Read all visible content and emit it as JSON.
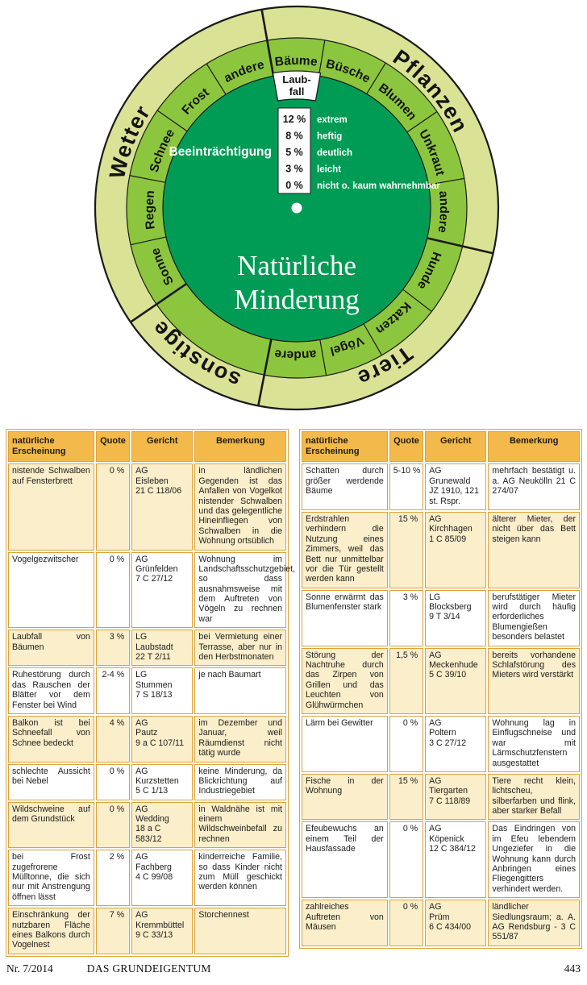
{
  "wheel": {
    "title_line1": "Natürliche",
    "title_line2": "Minderung",
    "impairment_label": "Beeinträchtigung",
    "pointer_line1": "Laub-",
    "pointer_line2": "fall",
    "scale": [
      {
        "pct": "12 %",
        "label": "extrem"
      },
      {
        "pct": "8 %",
        "label": "heftig"
      },
      {
        "pct": "5 %",
        "label": "deutlich"
      },
      {
        "pct": "3 %",
        "label": "leicht"
      },
      {
        "pct": "0 %",
        "label": "nicht o. kaum wahrnehmbar"
      }
    ],
    "colors": {
      "outer_ring": "#dae295",
      "middle_ring": "#8cc63e",
      "inner_circle": "#009c55",
      "outline": "#1a1a1a"
    },
    "categories": [
      {
        "name": "Pflanzen",
        "start": -10,
        "end": 103,
        "label_angle": 49,
        "segments": [
          {
            "label": "Bäume",
            "start": -10,
            "end": 9.5
          },
          {
            "label": "Büsche",
            "start": 9.5,
            "end": 31.5
          },
          {
            "label": "Blumen",
            "start": 31.5,
            "end": 55.5
          },
          {
            "label": "Unkraut",
            "start": 55.5,
            "end": 80
          },
          {
            "label": "andere",
            "start": 80,
            "end": 103
          }
        ]
      },
      {
        "name": "Tiere",
        "start": 103,
        "end": 191,
        "label_angle": 151,
        "segments": [
          {
            "label": "Hunde",
            "start": 103,
            "end": 127.5
          },
          {
            "label": "Katzen",
            "start": 127.5,
            "end": 150
          },
          {
            "label": "Vögel",
            "start": 150,
            "end": 170
          },
          {
            "label": "andere",
            "start": 170,
            "end": 191
          }
        ]
      },
      {
        "name": "sonstige",
        "start": 191,
        "end": 235.5,
        "label_angle": 214.5,
        "segments": [
          {
            "label": "",
            "start": 191,
            "end": 235.5
          }
        ]
      },
      {
        "name": "Wetter",
        "start": 235.5,
        "end": 350,
        "label_angle": 291.5,
        "segments": [
          {
            "label": "Sonne",
            "start": 235.5,
            "end": 257.5
          },
          {
            "label": "Regen",
            "start": 257.5,
            "end": 281
          },
          {
            "label": "Schnee",
            "start": 281,
            "end": 305
          },
          {
            "label": "Frost",
            "start": 305,
            "end": 328
          },
          {
            "label": "andere",
            "start": 328,
            "end": 350
          }
        ]
      }
    ]
  },
  "tables": {
    "headers": [
      "natürliche\nErscheinung",
      "Quote",
      "Gericht",
      "Bemerkung"
    ],
    "left": {
      "rows": [
        {
          "erscheinung": "nistende Schwalben auf Fensterbrett",
          "quote": "0 %",
          "gericht": "AG\nEisleben\n21 C 118/06",
          "bemerkung": "in ländlichen Gegenden ist das Anfallen von Vogelkot nistender Schwalben und das gelegentliche Hineinfliegen von Schwalben in die Wohnung ortsüblich"
        },
        {
          "erscheinung": "Vogelgezwitscher",
          "quote": "0 %",
          "gericht": "AG\nGrünfelden\n7 C 27/12",
          "bemerkung": "Wohnung im Landschaftsschutzgebiet, so dass ausnahmsweise mit dem Auftreten von Vögeln zu rechnen war"
        },
        {
          "erscheinung": "Laubfall von Bäumen",
          "quote": "3 %",
          "gericht": "LG\nLaubstadt\n22 T 2/11",
          "bemerkung": "bei Vermietung einer Terrasse, aber nur in den Herbstmonaten"
        },
        {
          "erscheinung": "Ruhestörung durch das Rauschen der Blätter vor dem Fenster bei Wind",
          "quote": "2-4 %",
          "gericht": "LG\nStummen\n7 S 18/13",
          "bemerkung": "je nach Baumart"
        },
        {
          "erscheinung": "Balkon ist bei Schneefall von Schnee bedeckt",
          "quote": "4 %",
          "gericht": "AG\nPautz\n9 a C 107/11",
          "bemerkung": "im Dezember und Januar, weil Räumdienst nicht tätig wurde"
        },
        {
          "erscheinung": "schlechte Aussicht bei Nebel",
          "quote": "0 %",
          "gericht": "AG\nKurzstetten\n5 C 1/13",
          "bemerkung": "keine Minderung, da Blickrichtung auf Industriegebiet"
        },
        {
          "erscheinung": "Wildschweine auf dem Grundstück",
          "quote": "0 %",
          "gericht": "AG\nWedding\n18 a C 583/12",
          "bemerkung": "in Waldnähe ist mit einem Wildschweinbefall zu rechnen"
        },
        {
          "erscheinung": "bei Frost zugefrorene Mülltonne, die sich nur mit Anstrengung öffnen lässt",
          "quote": "2 %",
          "gericht": "AG\nFachberg\n4 C 99/08",
          "bemerkung": "kinderreiche Familie, so dass Kinder nicht zum Müll geschickt werden können"
        },
        {
          "erscheinung": "Einschränkung der nutzbaren Fläche eines Balkons durch Vogelnest",
          "quote": "7 %",
          "gericht": "AG\nKremmbüttel\n9 C 33/13",
          "bemerkung": "Storchennest"
        }
      ]
    },
    "right": {
      "rows": [
        {
          "erscheinung": "Schatten durch größer werdende Bäume",
          "quote": "5-10 %",
          "gericht": "AG\nGrunewald\nJZ 1910, 121\nst. Rspr.",
          "bemerkung": "mehrfach bestätigt u. a. AG Neukölln 21 C 274/07"
        },
        {
          "erscheinung": "Erdstrahlen verhindern die Nutzung eines Zimmers, weil das Bett nur unmittelbar vor die Tür gestellt werden kann",
          "quote": "15 %",
          "gericht": "AG\nKirchhagen\n1 C 85/09",
          "bemerkung": "älterer Mieter, der nicht über das Bett steigen kann"
        },
        {
          "erscheinung": "Sonne erwärmt das Blumenfenster stark",
          "quote": "3 %",
          "gericht": "LG\nBlocksberg\n9 T 3/14",
          "bemerkung": "berufstätiger Mieter wird durch häufig erforderliches Blumengießen besonders belastet"
        },
        {
          "erscheinung": "Störung der Nachtruhe durch das Zirpen von Grillen und das Leuchten von Glühwürmchen",
          "quote": "1,5 %",
          "gericht": "AG\nMeckenhude\n5 C 39/10",
          "bemerkung": "bereits vorhandene Schlafstörung des Mieters wird verstärkt"
        },
        {
          "erscheinung": "Lärm bei Gewitter",
          "quote": "0 %",
          "gericht": "AG\nPoltern\n3 C 27/12",
          "bemerkung": "Wohnung lag in Einflugschneise und war mit Lärmschutzfenstern ausgestattet"
        },
        {
          "erscheinung": "Fische in der Wohnung",
          "quote": "15 %",
          "gericht": "AG\nTiergarten\n7 C 118/89",
          "bemerkung": "Tiere recht klein, lichtscheu, silberfarben und flink, aber starker Befall"
        },
        {
          "erscheinung": "Efeubewuchs an einem Teil der Hausfassade",
          "quote": "0 %",
          "gericht": "AG\nKöpenick\n12 C 384/12",
          "bemerkung": "Das Eindringen von im Efeu lebendem Ungeziefer in die Wohnung kann durch Anbringen eines Fliegengitters verhindert werden."
        },
        {
          "erscheinung": "zahlreiches Auftreten von Mäusen",
          "quote": "0 %",
          "gericht": "AG\nPrüm\n6 C 434/00",
          "bemerkung": "ländlicher Siedlungsraum; a. A. AG Rendsburg - 3 C 551/87"
        }
      ]
    }
  },
  "footer": {
    "issue": "Nr. 7/2014",
    "journal": "DAS GRUNDEIGENTUM",
    "page_number": "443"
  }
}
